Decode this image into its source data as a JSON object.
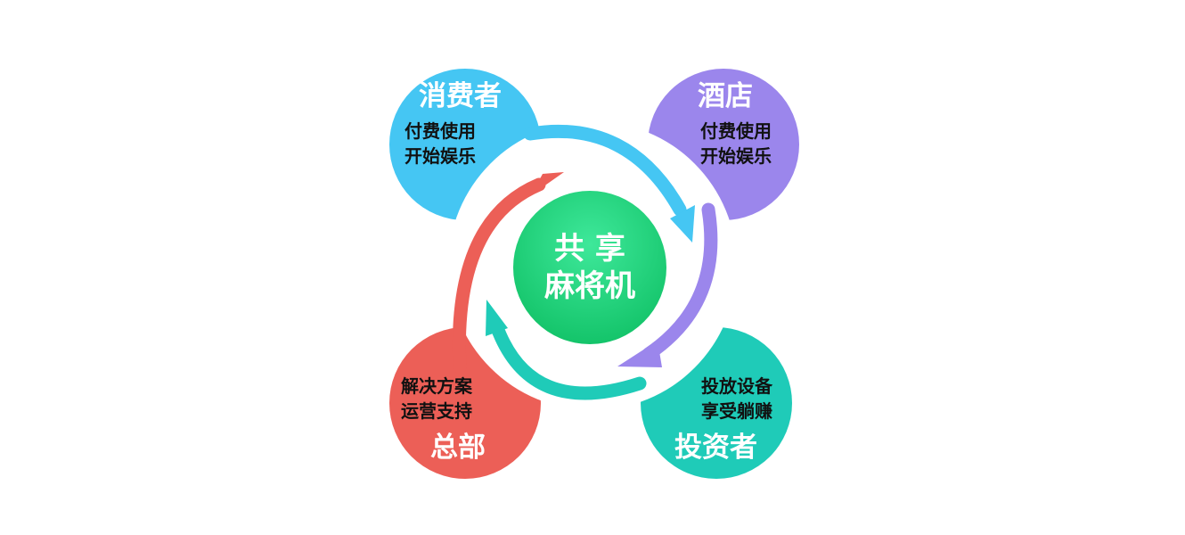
{
  "center": {
    "line1": "共 享",
    "line2": "麻将机",
    "color": "#22d07a"
  },
  "nodes": {
    "consumer": {
      "title": "消费者",
      "line1": "付费使用",
      "line2": "开始娱乐",
      "color": "#45c6f3"
    },
    "hotel": {
      "title": "酒店",
      "line1": "付费使用",
      "line2": "开始娱乐",
      "color": "#9b86ec"
    },
    "investor": {
      "title": "投资者",
      "line1": "投放设备",
      "line2": "享受躺赚",
      "color": "#1fcbb8"
    },
    "headquarters": {
      "title": "总部",
      "line1": "解决方案",
      "line2": "运营支持",
      "color": "#ec5f57"
    }
  }
}
